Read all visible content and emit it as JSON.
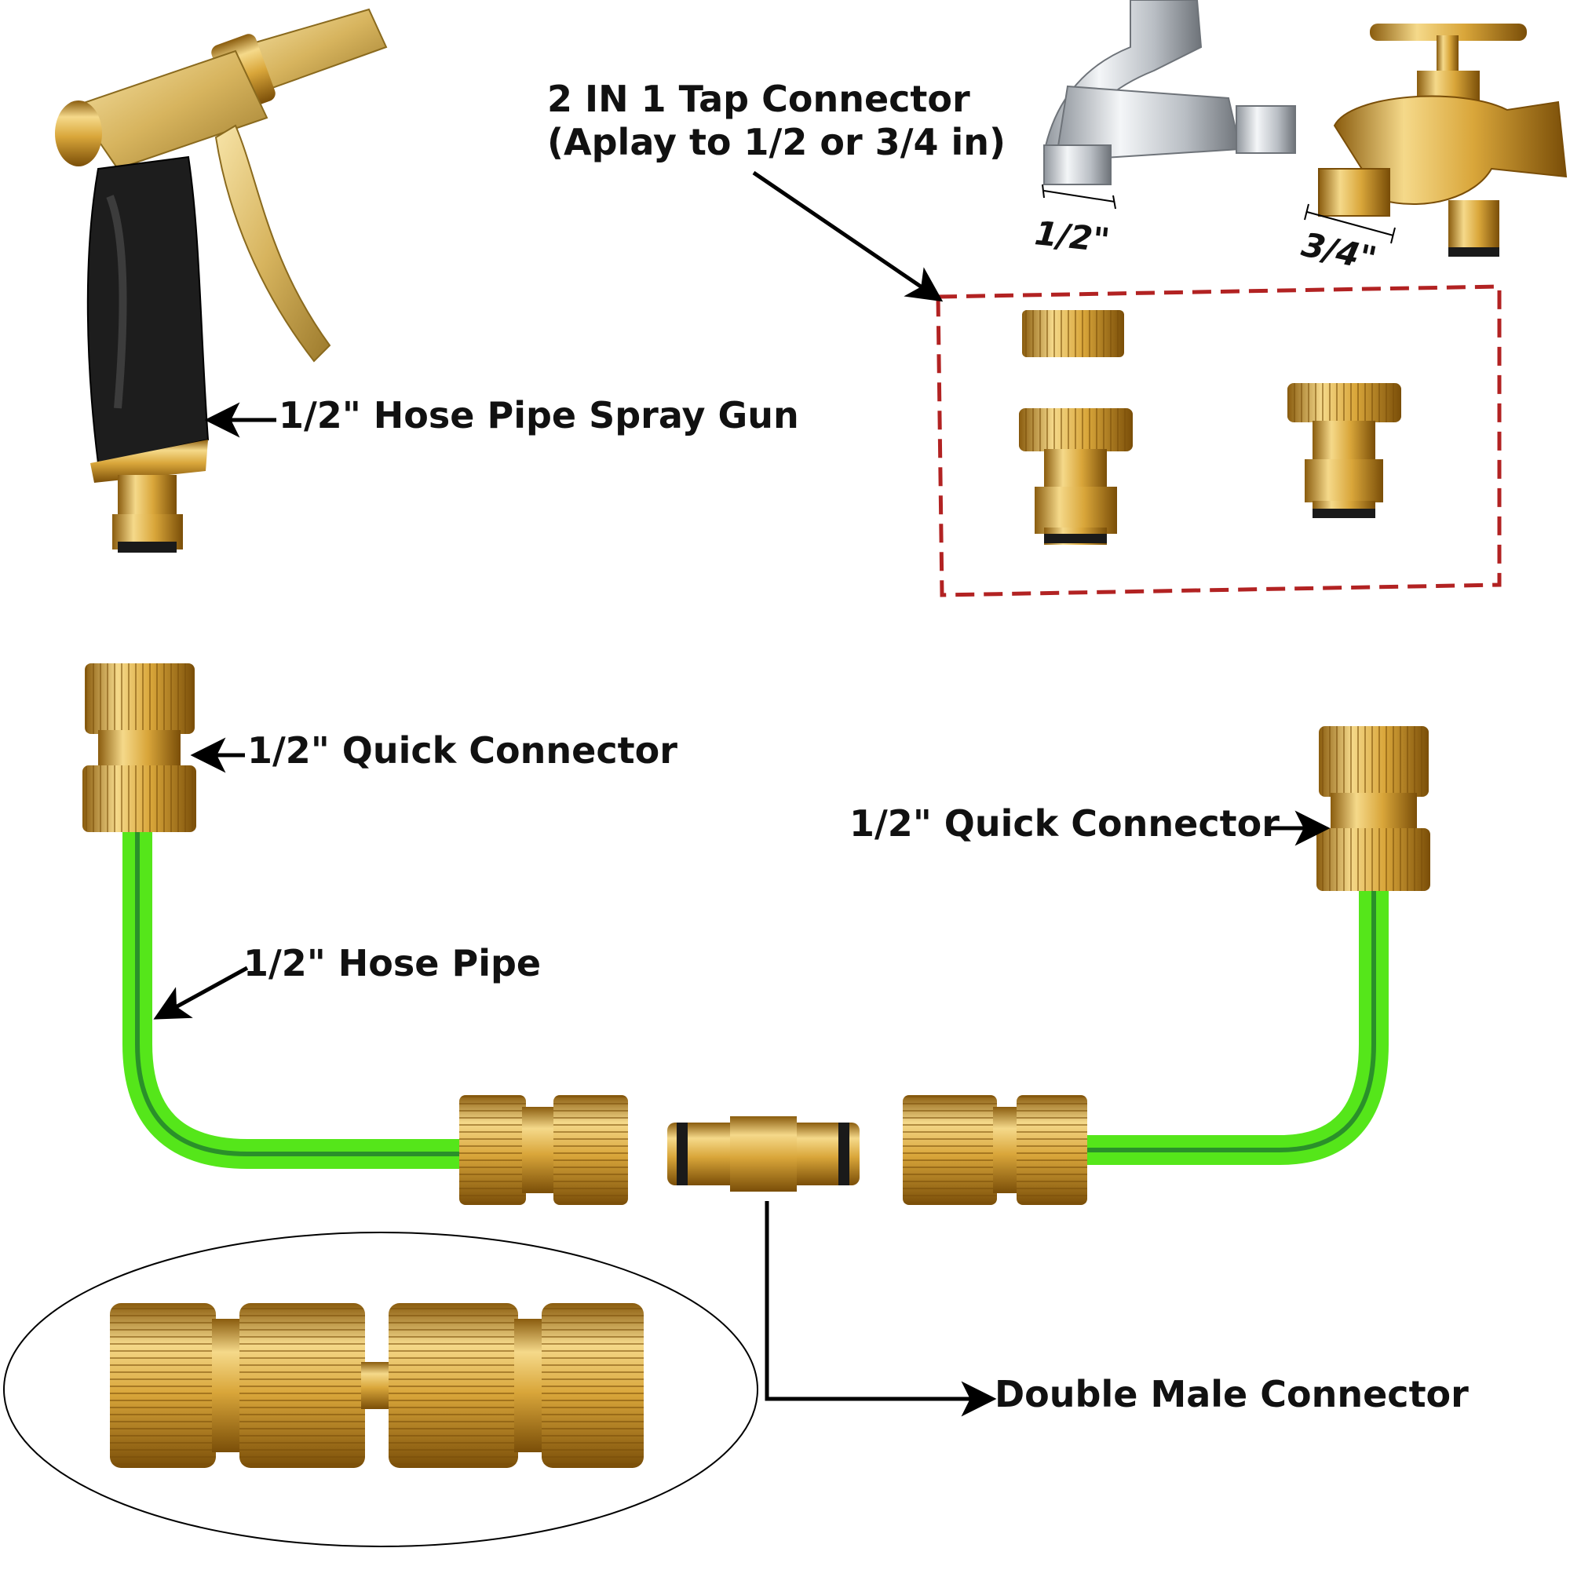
{
  "labels": {
    "tap_connector_title": "2 IN 1 Tap Connector",
    "tap_connector_subtitle": "(Aplay to 1/2 or 3/4 in)",
    "spray_gun": "1/2\" Hose Pipe Spray Gun",
    "quick_connector_left": "1/2\" Quick Connector",
    "quick_connector_right": "1/2\" Quick Connector",
    "hose_pipe": "1/2\" Hose Pipe",
    "double_male_connector": "Double Male Connector"
  },
  "dimensions": {
    "half_inch": "1/2\"",
    "three_quarter_inch": "3/4\""
  },
  "colors": {
    "brass_light": "#f3d37a",
    "brass": "#d9a63a",
    "brass_dark": "#9a6a12",
    "hose_green": "#55e61a",
    "hose_dark": "#1f7a2e",
    "dashed_box": "#b22222",
    "chrome": "#cfd3d8",
    "rubber_black": "#1a1a1a",
    "text": "#111111"
  },
  "icons": {
    "spray_gun": "spray-gun-icon",
    "chrome_tap": "chrome-tap-icon",
    "brass_tap": "brass-tap-icon",
    "adapter": "brass-adapter-icon",
    "quick_connector": "quick-connector-icon",
    "double_male": "double-male-connector-icon"
  }
}
